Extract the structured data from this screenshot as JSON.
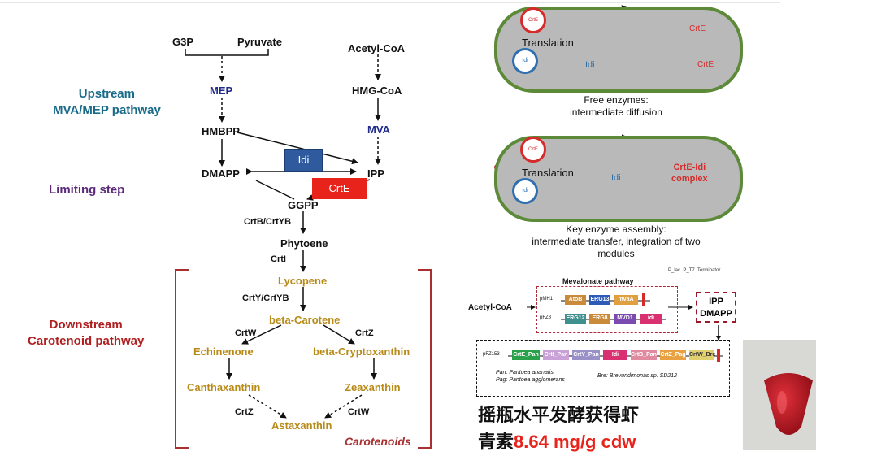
{
  "header_line": true,
  "pathway": {
    "upstream_label": [
      "Upstream",
      "MVA/MEP pathway"
    ],
    "limiting_label": "Limiting step",
    "downstream_label": [
      "Downstream",
      "Carotenoid pathway"
    ],
    "nodes": {
      "g3p": "G3P",
      "pyruvate": "Pyruvate",
      "acetyl_coa": "Acetyl-CoA",
      "mep": "MEP",
      "hmg_coa": "HMG-CoA",
      "hmbpp": "HMBPP",
      "mva": "MVA",
      "dmapp": "DMAPP",
      "ipp": "IPP",
      "ggpp": "GGPP",
      "phytoene": "Phytoene",
      "lycopene": "Lycopene",
      "beta_carotene": "beta-Carotene",
      "echinenone": "Echinenone",
      "beta_cryptoxanthin": "beta-Cryptoxanthin",
      "canthaxanthin": "Canthaxanthin",
      "zeaxanthin": "Zeaxanthin",
      "astaxanthin": "Astaxanthin"
    },
    "enzymes": {
      "idi": "Idi",
      "crte": "CrtE",
      "crtb_crtyb": "CrtB/CrtYB",
      "crti": "CrtI",
      "crty_crtyb": "CrtY/CrtYB",
      "crtw_left": "CrtW",
      "crtz_right": "CrtZ",
      "crtz_bottom": "CrtZ",
      "crtw_bottom": "CrtW"
    },
    "bracket_label": "Carotenoids",
    "colors": {
      "upstream": "#1a6b8a",
      "limiting": "#5b2a7a",
      "downstream": "#b02020",
      "idi": "#2f5b9e",
      "crte": "#e8231c",
      "carotenoid": "#b88a18"
    }
  },
  "cells": [
    {
      "translation": "Translation",
      "crte_circle": "CrtE",
      "idi_circle": "Idi",
      "idi_label": "Idi",
      "crte_label_1": "CrtE",
      "crte_label_2": "CrtE",
      "caption": [
        "Free enzymes:",
        "intermediate diffusion"
      ]
    },
    {
      "translation": "Translation",
      "crte_circle": "CrtE",
      "idi_circle": "Idi",
      "idi_label": "Idi",
      "complex_label": [
        "CrtE-Idi",
        "complex"
      ],
      "caption": [
        "Key enzyme assembly:",
        "intermediate  transfer, integration of two",
        "modules"
      ]
    }
  ],
  "construct": {
    "title": "Mevalonate pathway",
    "legend": [
      "P_lac",
      "P_T7",
      "Terminator"
    ],
    "acetyl_coa": "Acetyl-CoA",
    "plasmid_1": "pMH1",
    "plasmid_1_genes": [
      "AtoB",
      "ERG13",
      "mvaA"
    ],
    "plasmid_2": "pFZ8",
    "plasmid_2_genes": [
      "ERG12",
      "ERG8",
      "MVD1",
      "idi"
    ],
    "products": [
      "IPP",
      "DMAPP"
    ],
    "plasmid_3": "pFZ153",
    "plasmid_3_genes": [
      "CrtE_Pan",
      "CrtI_Pan",
      "CrtY_Pan",
      "Idi",
      "CrtB_Pan",
      "CrtZ_Pag",
      "CrtW_Bre"
    ],
    "notes": [
      "Pan: Pantoea ananatis",
      "Pag: Pantoea agglomerans",
      "Bre: Brevundimonas sp. SD212"
    ],
    "gene_colors": [
      "#c98a3a",
      "#2f5bb7",
      "#e0a040",
      "#3f8f8f",
      "#c98a3a",
      "#3fae5a",
      "#c05fb0",
      "#7a4ab0",
      "#d83070",
      "#2aa04a",
      "#c9a0d8",
      "#9a90c8",
      "#d83070",
      "#e08aa0",
      "#e8a040",
      "#e0d070"
    ]
  },
  "result": {
    "line1": "摇瓶水平发酵获得虾",
    "line2_prefix": "青素",
    "line2_value": "8.64 mg/g cdw",
    "value_color": "#e8231c"
  }
}
